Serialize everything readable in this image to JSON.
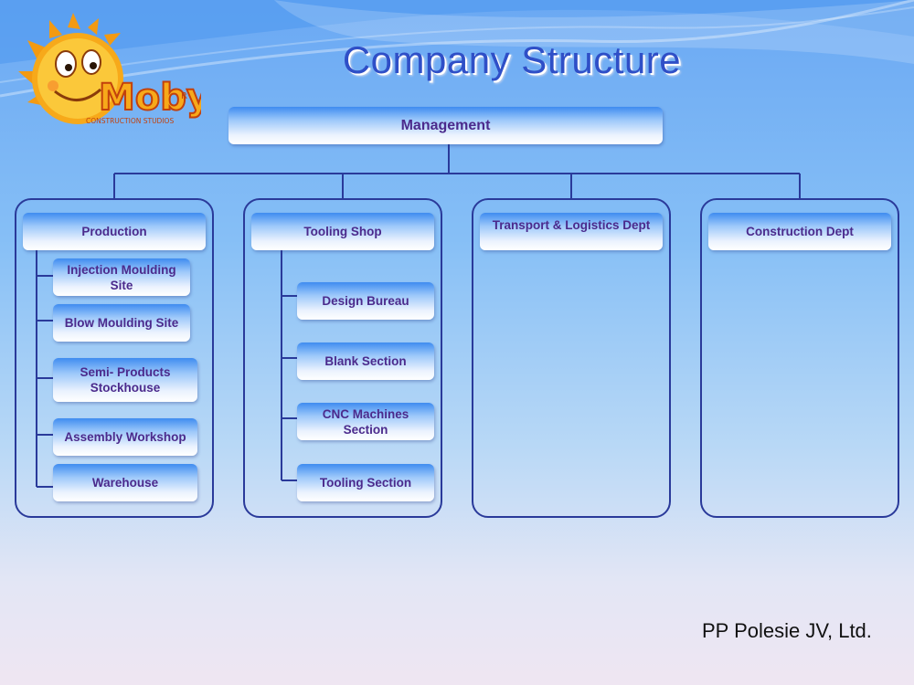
{
  "title": "Company Structure",
  "logo": {
    "wordmark": "Moby",
    "tagline": "CONSTRUCTION STUDIOS",
    "registered": "R"
  },
  "management": "Management",
  "departments": [
    {
      "label": "Production",
      "units": [
        "Injection Moulding Site",
        "Blow Moulding Site",
        "Semi- Products Stockhouse",
        "Assembly Workshop",
        "Warehouse"
      ]
    },
    {
      "label": "Tooling Shop",
      "units": [
        "Design Bureau",
        "Blank Section",
        "CNC Machines Section",
        "Tooling Section"
      ]
    },
    {
      "label": "Transport & Logistics Dept",
      "units": []
    },
    {
      "label": "Construction Dept",
      "units": []
    }
  ],
  "footer": "PP Polesie JV, Ltd.",
  "colors": {
    "title": "#2f4fc7",
    "box_text": "#4b2a8c",
    "connector": "#2a3a9a",
    "sun": "#f7a91a"
  }
}
